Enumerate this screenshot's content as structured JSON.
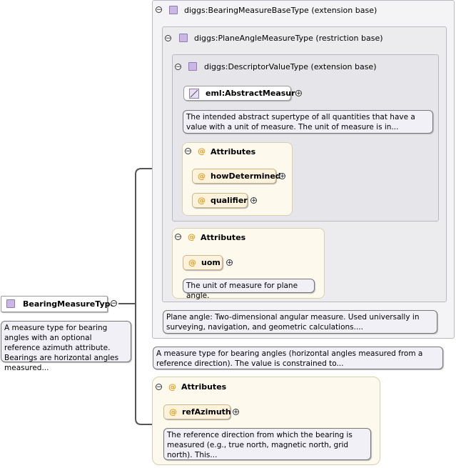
{
  "root": {
    "name": "BearingMeasureType",
    "doc": "A measure type for bearing angles with an optional reference azimuth attribute. Bearings are horizontal angles measured..."
  },
  "base1": {
    "label": "diggs:BearingMeasureBaseType (extension base)",
    "doc": "A measure type for bearing angles (horizontal angles measured from a reference direction). The value is constrained to..."
  },
  "base2": {
    "label": "diggs:PlaneAngleMeasureType (restriction base)",
    "doc": "Plane angle: Two-dimensional angular measure. Used universally in surveying, navigation, and geometric calculations...."
  },
  "base3": {
    "label": "diggs:DescriptorValueType (extension base)"
  },
  "abstract_measure": {
    "name": "eml:AbstractMeasure",
    "doc": "The intended abstract supertype of all quantities that have a value with a unit of measure. The unit of measure is in..."
  },
  "attrs_inner": {
    "title": "Attributes",
    "items": [
      "howDetermined",
      "qualifier"
    ]
  },
  "attrs_uom": {
    "title": "Attributes",
    "item": "uom",
    "doc": "The unit of measure for plane angle."
  },
  "attrs_ref": {
    "title": "Attributes",
    "item": "refAzimuth",
    "doc": "The reference direction from which the bearing is measured (e.g., true north, magnetic north, grid north). This..."
  },
  "glyphs": {
    "collapse": "−",
    "expand": "+",
    "at": "@"
  }
}
